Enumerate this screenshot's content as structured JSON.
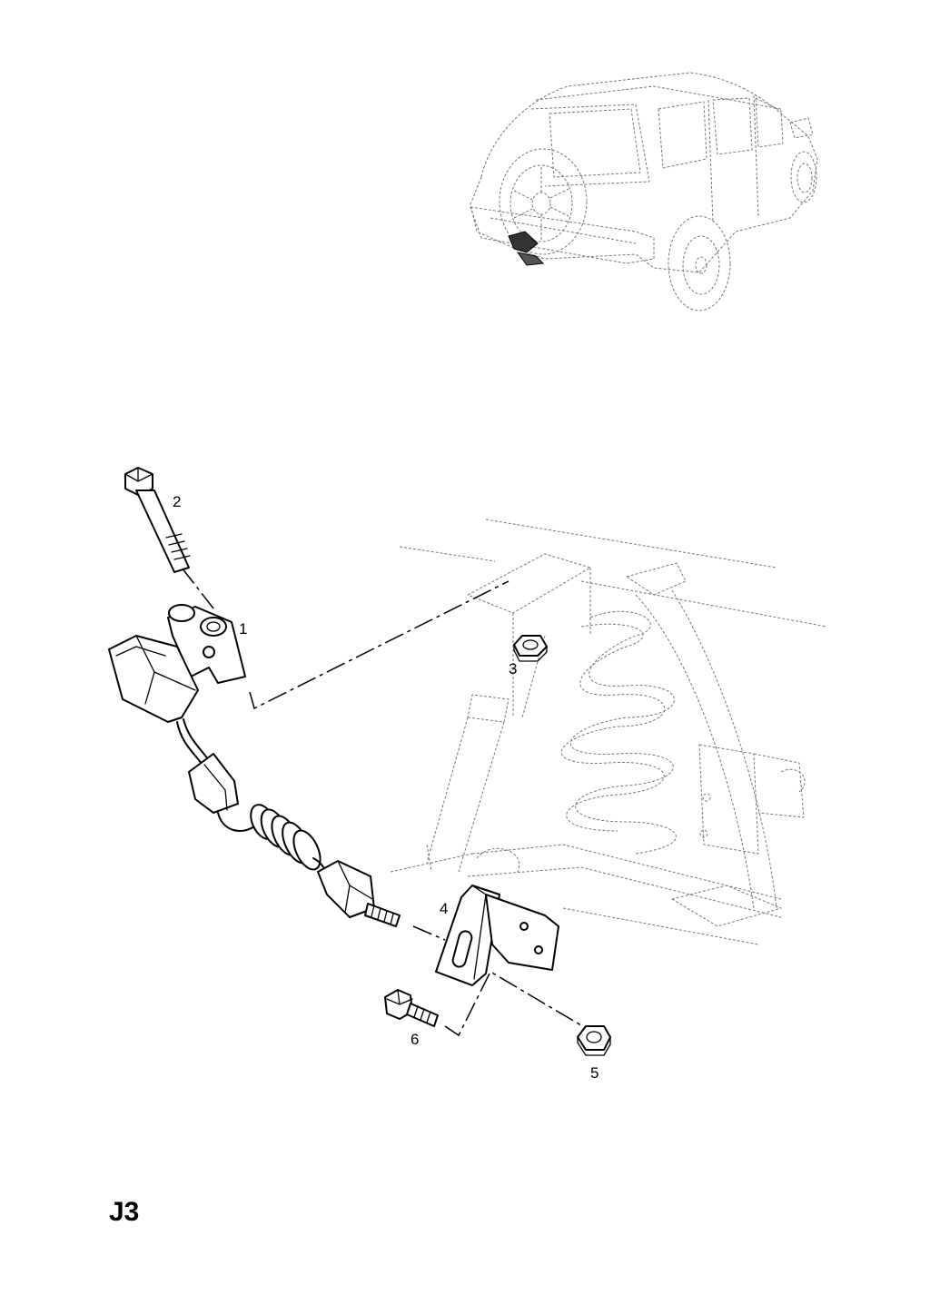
{
  "page_code": "J3",
  "callouts": [
    {
      "number": "1",
      "part": "sensor"
    },
    {
      "number": "2",
      "part": "bolt"
    },
    {
      "number": "3",
      "part": "nut"
    },
    {
      "number": "4",
      "part": "bracket"
    },
    {
      "number": "5",
      "part": "nut"
    },
    {
      "number": "6",
      "part": "bolt"
    }
  ]
}
